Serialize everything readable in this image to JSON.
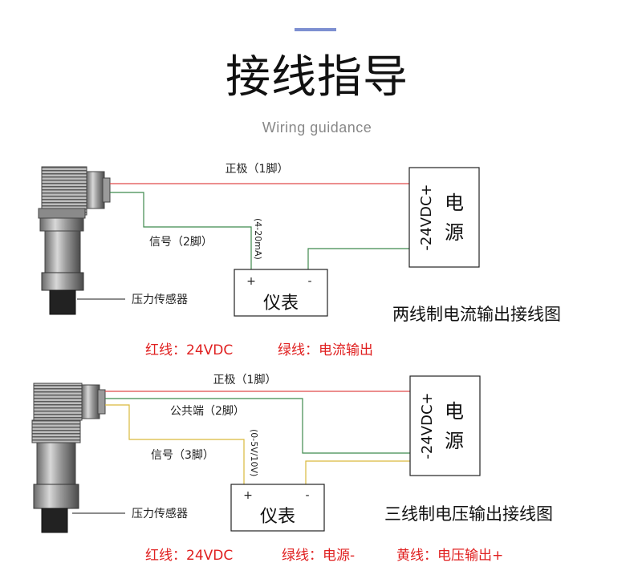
{
  "header": {
    "title": "接线指导",
    "subtitle": "Wiring guidance"
  },
  "two_wire": {
    "positive_label": "正极（1脚）",
    "signal_label": "信号（2脚）",
    "current_range": "(4-20mA)",
    "sensor_label": "压力传感器",
    "meter_label": "仪表",
    "meter_plus": "+",
    "meter_minus": "-",
    "power_voltage": "-24VDC+",
    "power_char_1": "电",
    "power_char_2": "源",
    "diagram_title": "两线制电流输出接线图",
    "legend_red": "红线：24VDC",
    "legend_green": "绿线：电流输出"
  },
  "three_wire": {
    "positive_label": "正极（1脚）",
    "common_label": "公共端（2脚）",
    "signal_label": "信号（3脚）",
    "voltage_range": "(0-5V/10V)",
    "sensor_label": "压力传感器",
    "meter_label": "仪表",
    "meter_plus": "+",
    "meter_minus": "-",
    "power_voltage": "-24VDC+",
    "power_char_1": "电",
    "power_char_2": "源",
    "diagram_title": "三线制电压输出接线图",
    "legend_red": "红线：24VDC",
    "legend_green": "绿线：电源-",
    "legend_yellow": "黄线：电压输出+"
  },
  "colors": {
    "accent": "#7d8fd1",
    "red_wire": "#e04a4a",
    "green_wire": "#3f8a4e",
    "yellow_wire": "#d9b93c",
    "legend_red_text": "#e02020"
  }
}
